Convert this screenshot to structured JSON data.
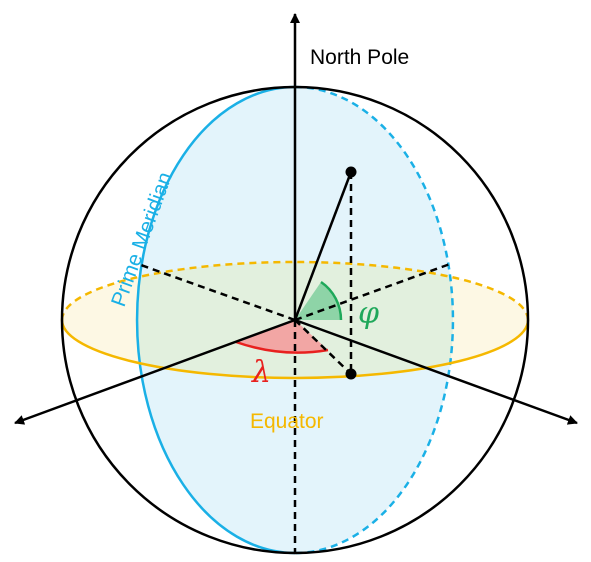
{
  "labels": {
    "north_pole": "North Pole",
    "prime_meridian": "Prime Meridian",
    "equator": "Equator",
    "latitude_symbol": "φ",
    "longitude_symbol": "λ"
  },
  "colors": {
    "outline": "#000000",
    "meridian": "#1ab0e6",
    "meridian_fill": "#e3f4fb",
    "equator": "#f5b800",
    "equator_fill": "#fdf8e4",
    "overlap_fill": "#e2f0de",
    "latitude_angle": "#1fa85a",
    "latitude_fill": "#8ed4a7",
    "longitude_angle": "#e8211f",
    "longitude_fill": "#f2a6a4"
  }
}
